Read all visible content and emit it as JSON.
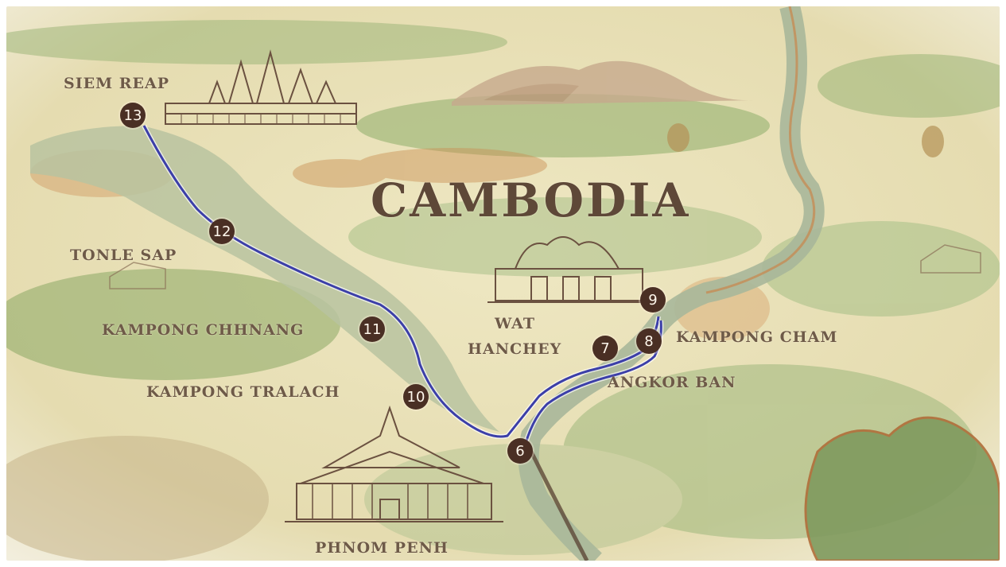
{
  "map": {
    "title": "CAMBODIA",
    "places": {
      "siem_reap": "SIEM REAP",
      "tonle_sap": "TONLE SAP",
      "kampong_chhnang": "KAMPONG CHHNANG",
      "kampong_tralach": "KAMPONG TRALACH",
      "wat_hanchey_line1": "WAT",
      "wat_hanchey_line2": "HANCHEY",
      "kampong_cham": "KAMPONG CHAM",
      "angkor_ban": "ANGKOR BAN",
      "phnom_penh": "PHNOM PENH"
    },
    "stops": {
      "s6": "6",
      "s7": "7",
      "s8": "8",
      "s9": "9",
      "s10": "10",
      "s11": "11",
      "s12": "12",
      "s13": "13"
    },
    "route_color": "#3c3fa8",
    "marker_color": "#4a2f24"
  }
}
